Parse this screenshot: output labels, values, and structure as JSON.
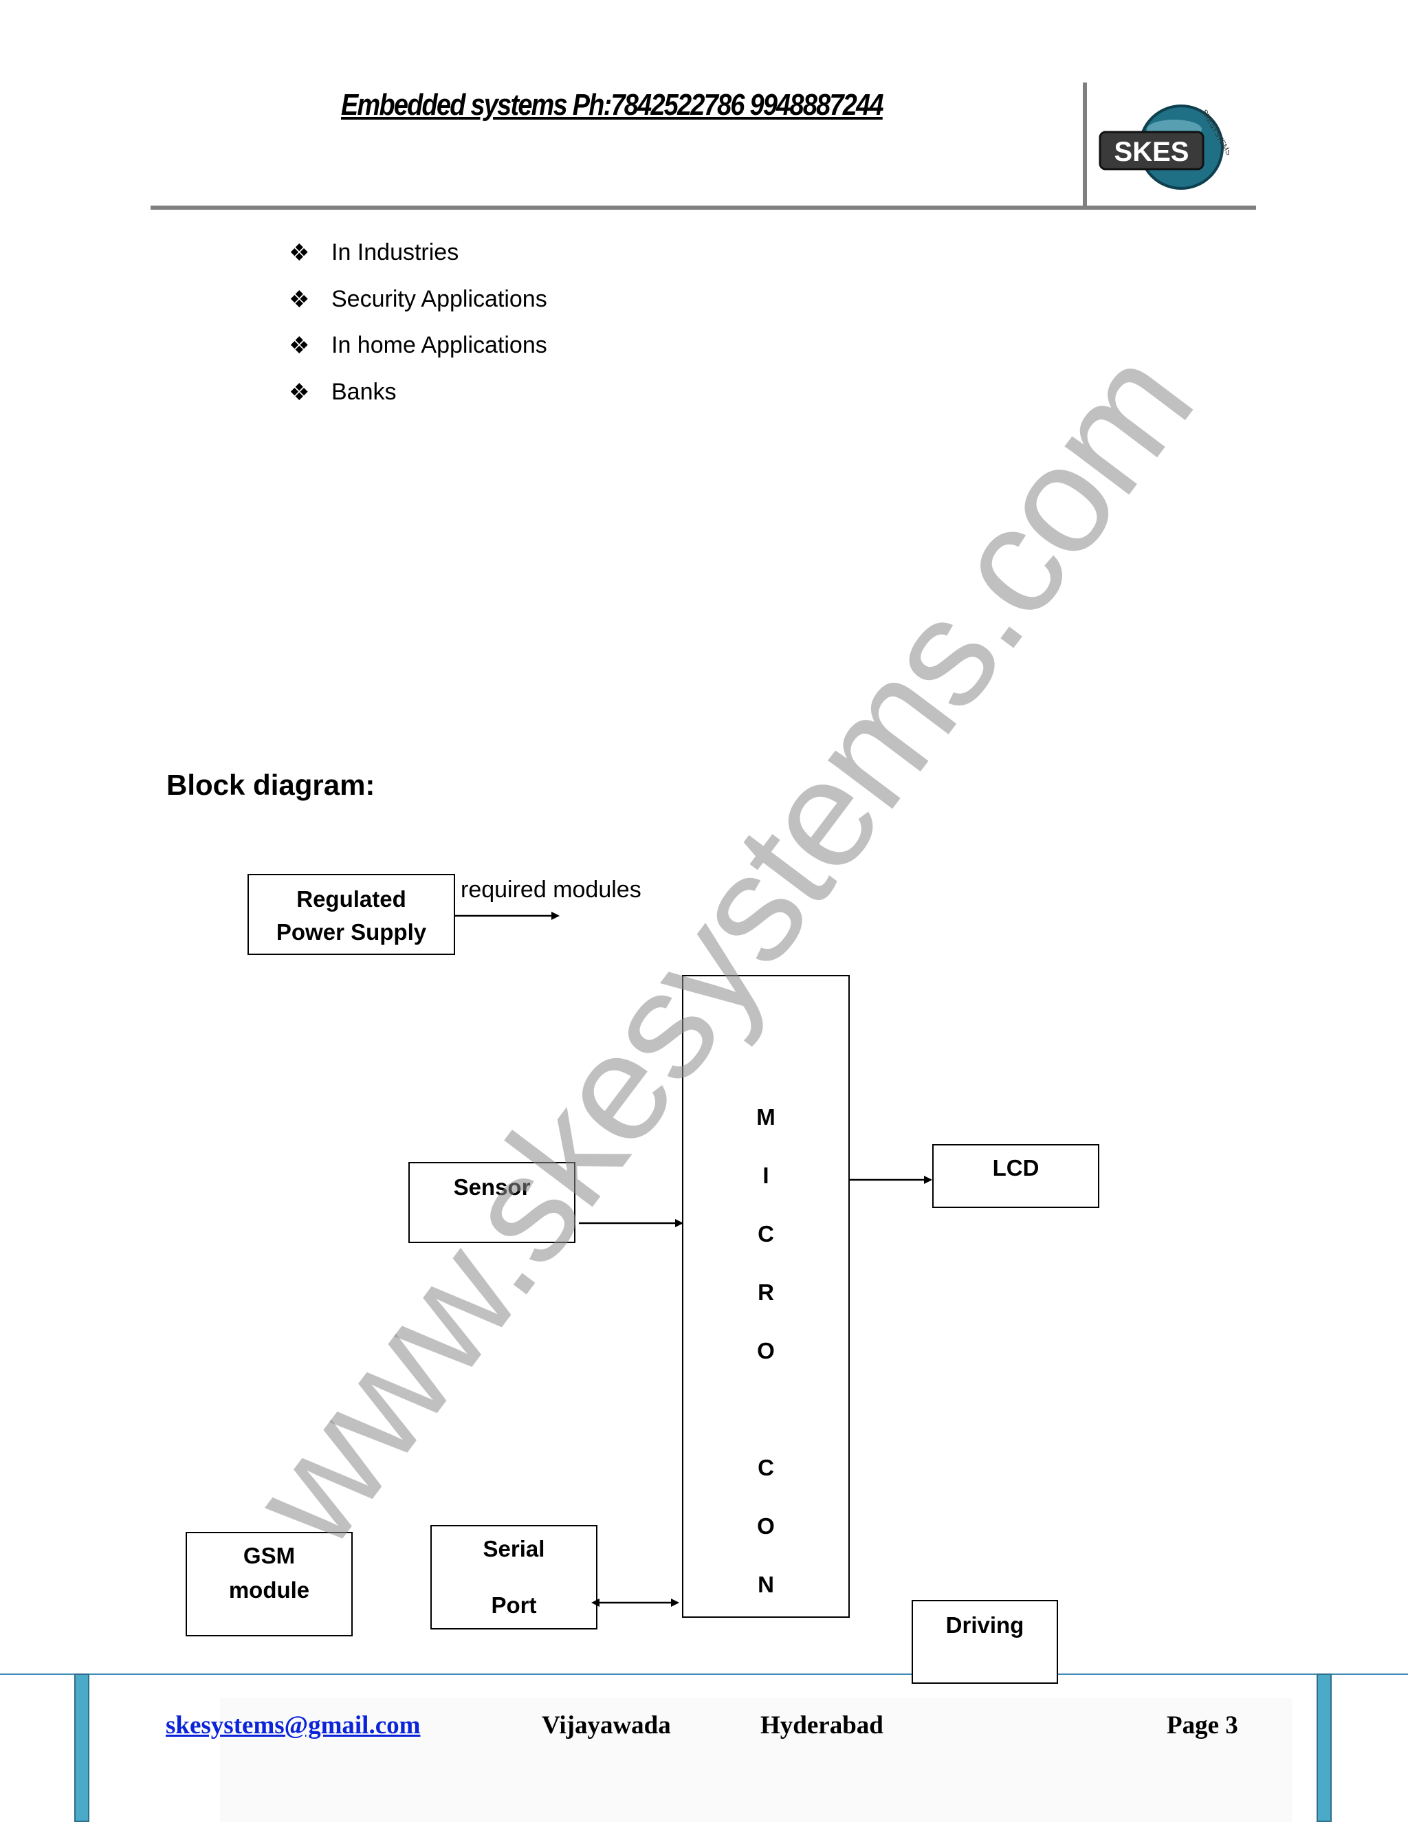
{
  "header": {
    "title": "Embedded systems Ph:7842522786  9948887244",
    "logo_text": "SKES",
    "logo_ring_text": "SKESYSTEMS"
  },
  "bullets": {
    "icon": "diamond-bullet-icon",
    "items": [
      "In Industries",
      "Security Applications",
      "In home Applications",
      "Banks"
    ]
  },
  "watermark": "www.skesystems.com",
  "section": {
    "heading": "Block diagram:"
  },
  "diagram": {
    "power_supply": {
      "line1": "Regulated",
      "line2": "Power Supply"
    },
    "required_modules_label": "required modules",
    "sensor": "Sensor",
    "lcd": "LCD",
    "micro_letters": [
      "M",
      "I",
      "C",
      "R",
      "O",
      "C",
      "O",
      "N"
    ],
    "gsm": {
      "line1": "GSM",
      "line2": "module"
    },
    "serial": {
      "line1": "Serial",
      "line2": "Port"
    },
    "driving": "Driving"
  },
  "footer": {
    "email": "skesystems@gmail.com",
    "city1": "Vijayawada",
    "city2": "Hyderabad",
    "page": "Page 3"
  },
  "colors": {
    "rule_gray": "#7f7f7f",
    "footer_blue": "#4aaac8",
    "link_blue": "#0b24d8",
    "logo_teal": "#1f7a8c"
  }
}
